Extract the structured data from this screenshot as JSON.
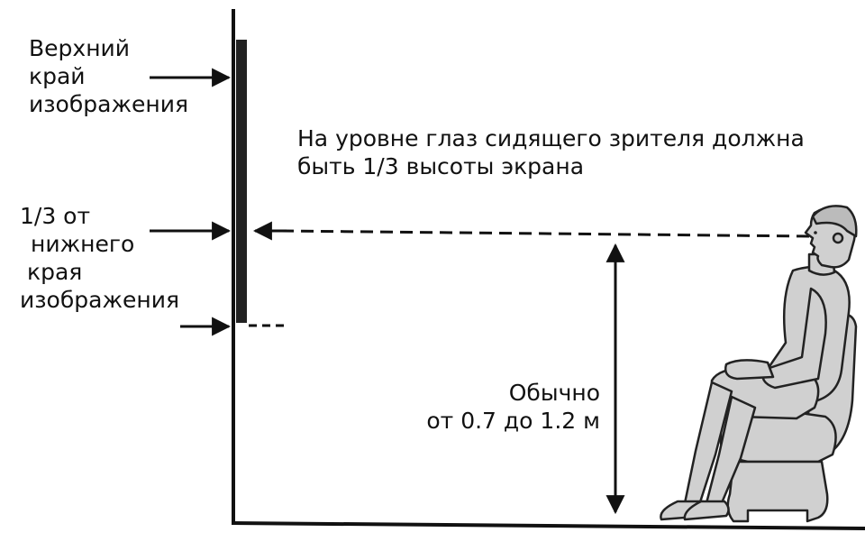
{
  "labels": {
    "top_edge": [
      "Верхний",
      "край",
      "изображения"
    ],
    "third_from_bottom": [
      "1/3 от",
      "нижнего",
      "края",
      "изображения"
    ],
    "eye_level_note": [
      "На уровне глаз сидящего зрителя должна",
      "быть 1/3 высоты экрана"
    ],
    "height_note": [
      "Обычно",
      "от  0.7 до  1.2 м"
    ]
  },
  "colors": {
    "ink": "#111111",
    "figure_fill": "#d0d0d0",
    "figure_stroke": "#222222",
    "background": "#ffffff"
  },
  "icons": [
    "arrow-right-icon",
    "arrow-left-icon",
    "double-arrow-vertical-icon",
    "seated-viewer-figure"
  ]
}
